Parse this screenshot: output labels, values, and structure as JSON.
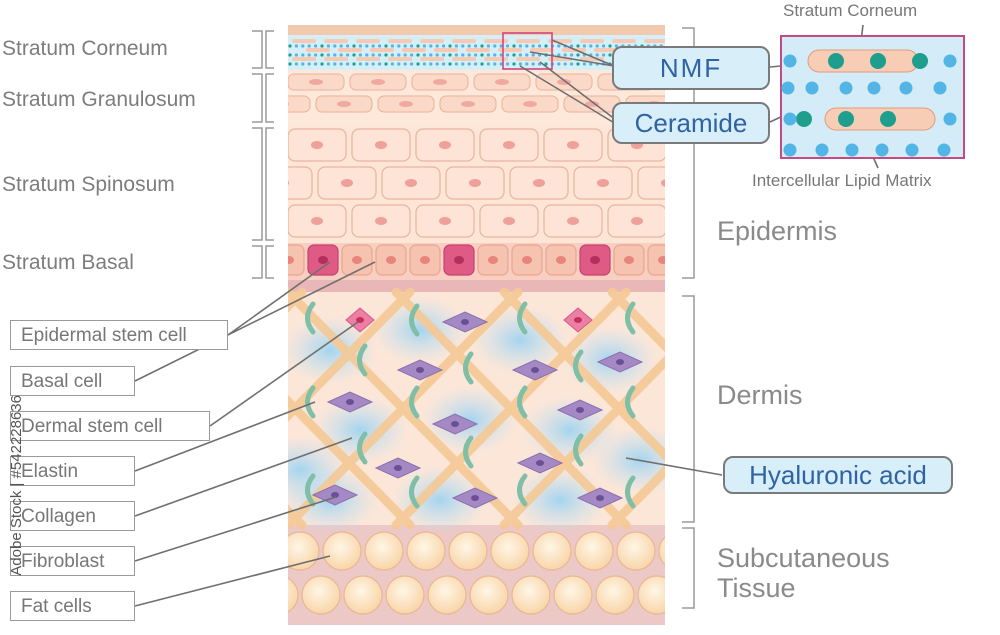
{
  "layers": {
    "stratum_corneum": "Stratum Corneum",
    "stratum_granulosum": "Stratum Granulosum",
    "stratum_spinosum": "Stratum Spinosum",
    "stratum_basal": "Stratum Basal"
  },
  "regions": {
    "epidermis": "Epidermis",
    "dermis": "Dermis",
    "subcutaneous_line1": "Subcutaneous",
    "subcutaneous_line2": "Tissue"
  },
  "callouts": {
    "nmf": "NMF",
    "ceramide": "Ceramide",
    "hyaluronic": "Hyaluronic acid"
  },
  "inset": {
    "title": "Stratum Corneum",
    "caption": "Intercellular Lipid Matrix"
  },
  "cell_labels": [
    "Epidermal stem cell",
    "Basal cell",
    "Dermal stem cell",
    "Elastin",
    "Collagen",
    "Fibroblast",
    "Fat cells"
  ],
  "watermark": "Adobe Stock | #542228636",
  "colors": {
    "callout_text": "#2f63a3",
    "callout_fill": "#d8eef9",
    "skin": "#fbe3d3",
    "stem_cell": "#e05a86",
    "lipid_blue": "#53b5e6",
    "nmf_teal": "#1f9e8e",
    "collagen": "#f5c995",
    "elastin": "#7fbfa8",
    "fibroblast": "#a489c4"
  }
}
